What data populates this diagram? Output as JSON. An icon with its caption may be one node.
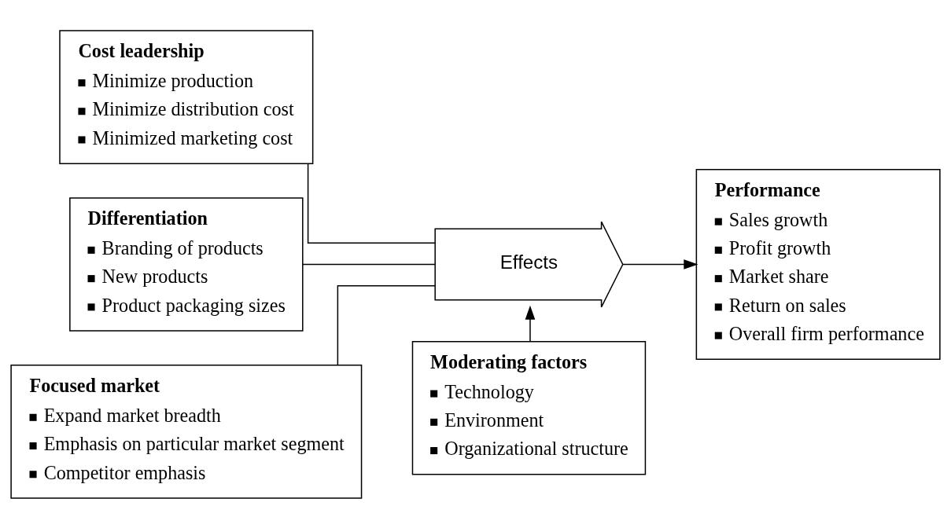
{
  "diagram": {
    "nodes": [
      {
        "text": [
          "Cost leadership",
          "Minimize production",
          "Minimize distribution cost",
          "Minimized marketing cost"
        ]
      },
      {
        "text": [
          "Differentiation",
          "Branding of products",
          "New products",
          "Product packaging sizes"
        ]
      },
      {
        "text": [
          "Focused market",
          "Expand market breadth",
          "Emphasis on particular market segment",
          "Competitor emphasis"
        ]
      },
      {
        "text": [
          "Performance",
          "Sales growth",
          "Profit growth",
          "Market share",
          "Return on sales",
          "Overall firm performance"
        ]
      },
      {
        "text": [
          "Moderating factors",
          "Technology",
          "Environment",
          "Organizational structure"
        ]
      },
      {
        "text": [
          "Effects"
        ]
      }
    ],
    "edges": [
      {
        "from": 0,
        "to": 5,
        "arrow": "none"
      },
      {
        "from": 1,
        "to": 5,
        "arrow": "none"
      },
      {
        "from": 2,
        "to": 5,
        "arrow": "none"
      },
      {
        "from": 5,
        "to": 3,
        "arrow": "to"
      },
      {
        "from": 4,
        "to": 5,
        "arrow": "to"
      }
    ]
  }
}
